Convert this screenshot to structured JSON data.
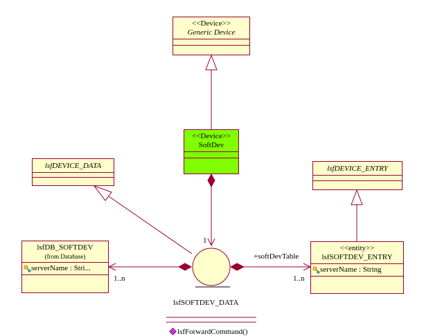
{
  "classes": {
    "generic_device": {
      "stereotype": "<<Device>>",
      "name": "Generic Device"
    },
    "softdev": {
      "stereotype": "<<Device>>",
      "name": "SoftDev"
    },
    "lsf_device_data": {
      "name": "lsfDEVICE_DATA"
    },
    "lsf_device_entry": {
      "name": "lsfDEVICE_ENTRY"
    },
    "lsfdb_softdev": {
      "name": "lsfDB_SOFTDEV",
      "from": "(from Database)",
      "attribute": "serverName : Stri..."
    },
    "lsf_softdev_entry": {
      "stereotype": "<<entity>>",
      "name": "lsfSOFTDEV_ENTRY",
      "attribute": "serverName : String"
    },
    "lsf_softdev_data": {
      "name": "lsfSOFTDEV_DATA",
      "operation": "lsfForwardCommand()"
    }
  },
  "labels": {
    "mult_softdev": "1",
    "mult_db": "1..n",
    "mult_entry": "1..n",
    "role_entry": "+softDevTable"
  },
  "colors": {
    "line": "#990033",
    "class_fill": "#ffffcc",
    "highlight_fill": "#80ff00"
  }
}
